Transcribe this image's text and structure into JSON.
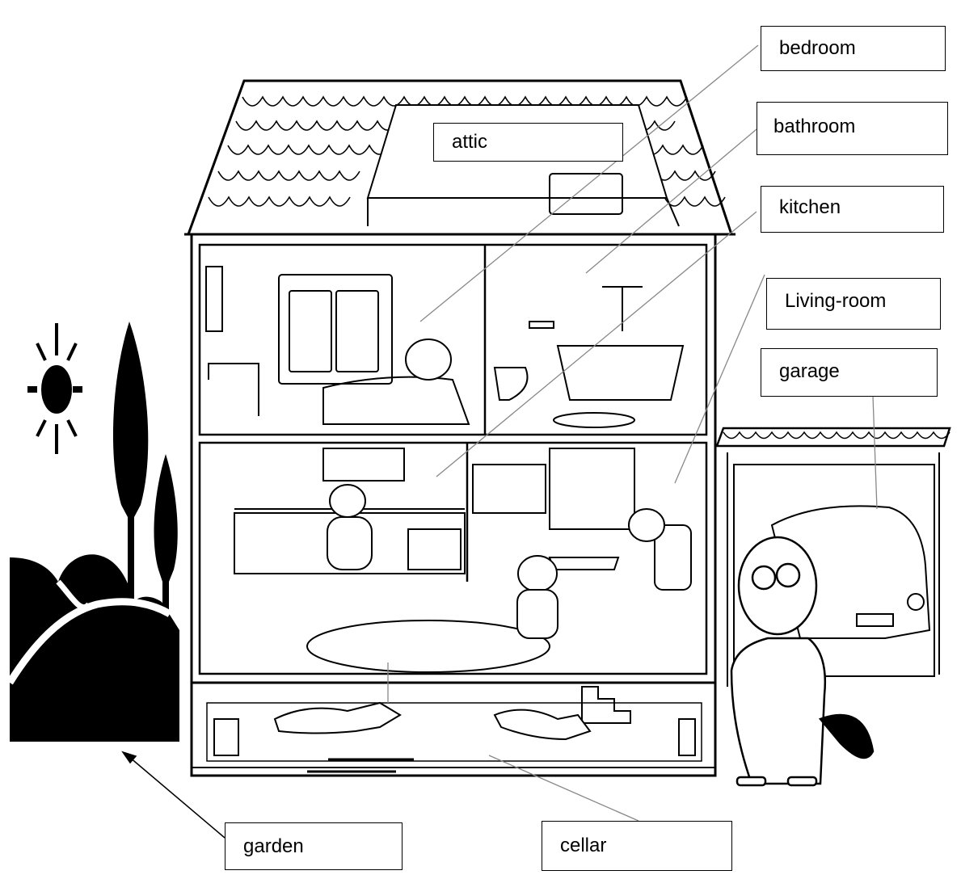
{
  "labels": {
    "attic": "attic",
    "bedroom": "bedroom",
    "bathroom": "bathroom",
    "kitchen": "kitchen",
    "living_room": "Living-room",
    "garage": "garage",
    "garden": "garden",
    "cellar": "cellar"
  },
  "icons": [
    "sun-icon",
    "tree-icon",
    "hills-icon",
    "house-illustration",
    "beaver-icon",
    "car-icon",
    "dog-icon",
    "cat-icon"
  ],
  "colors": {
    "line": "#000000",
    "background": "#ffffff",
    "pointer": "#888888"
  }
}
